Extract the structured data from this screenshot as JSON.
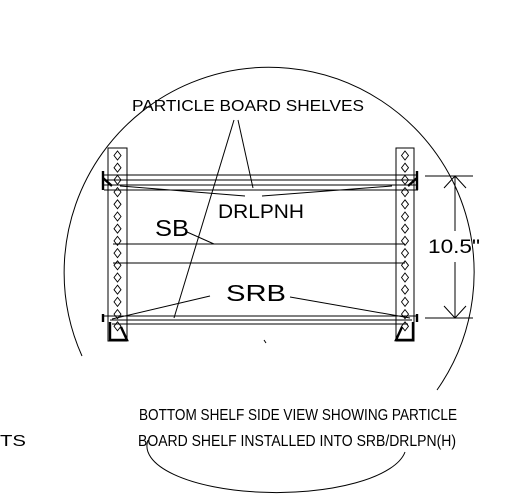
{
  "labels": {
    "particle_board_shelves": "PARTICLE BOARD SHELVES",
    "drlpnh": "DRLPNH",
    "sb": "SB",
    "srb": "SRB",
    "dimension": "10.5\"",
    "caption_line1": "BOTTOM SHELF  SIDE VIEW SHOWING  PARTICLE",
    "caption_line2": "BOARD SHELF INSTALLED INTO SRB/DRLPN(H)",
    "caption_left_fragment": "TS"
  }
}
